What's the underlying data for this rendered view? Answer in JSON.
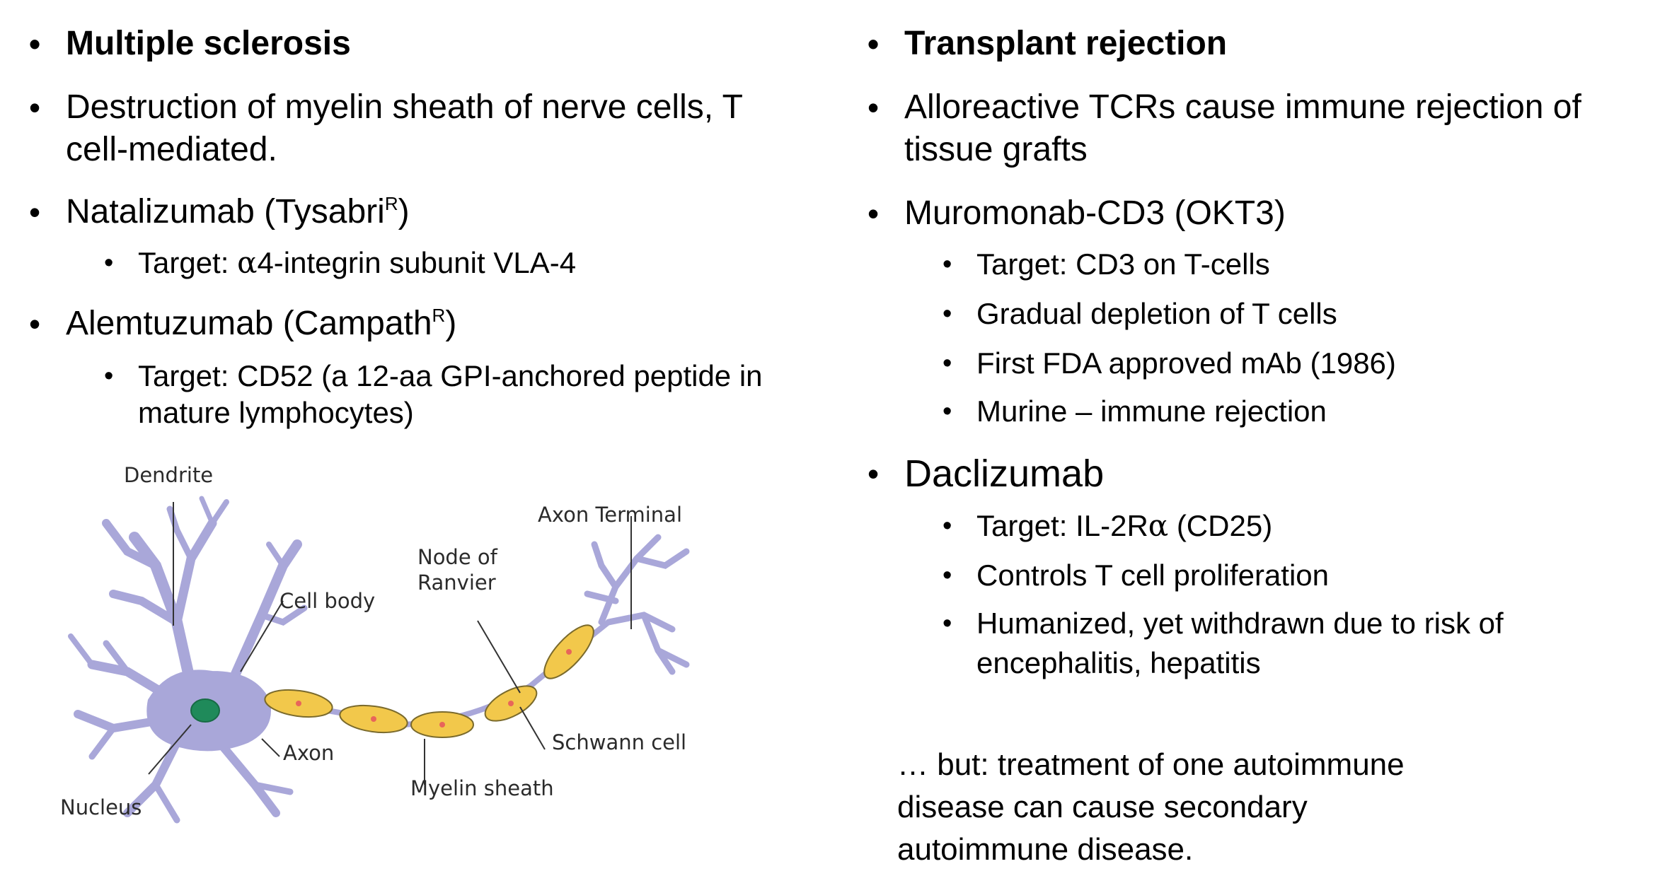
{
  "left": {
    "heading": "Multiple sclerosis",
    "description_line1": "Destruction of myelin sheath of nerve cells, T",
    "description_line2": "cell-mediated.",
    "drug1": {
      "name": "Natalizumab (Tysabri",
      "mark": "R",
      "close": ")",
      "target_prefix": "Target: ",
      "target_greek": "α",
      "target_rest": "4-integrin subunit VLA-4"
    },
    "drug2": {
      "name": "Alemtuzumab (Campath",
      "mark": "R",
      "close": ")",
      "target_line1": "Target: CD52 (a 12-aa GPI-anchored peptide in",
      "target_line2": "mature lymphocytes)"
    }
  },
  "diagram": {
    "labels": {
      "dendrite": "Dendrite",
      "cell_body": "Cell body",
      "node_line1": "Node of",
      "node_line2": "Ranvier",
      "axon_terminal": "Axon Terminal",
      "axon": "Axon",
      "schwann": "Schwann cell",
      "myelin": "Myelin sheath",
      "nucleus": "Nucleus"
    },
    "colors": {
      "neuron": "#a9a7d9",
      "myelin": "#f2c84b",
      "nucleus": "#1f8a5a",
      "node_dot": "#e8655a"
    }
  },
  "right": {
    "heading": "Transplant rejection",
    "description_line1": "Alloreactive TCRs cause immune rejection of",
    "description_line2": "tissue grafts",
    "drug1": {
      "name": "Muromonab-CD3 (OKT3)",
      "points": [
        "Target: CD3 on T-cells",
        "Gradual depletion of T cells",
        "First FDA approved mAb (1986)",
        "Murine – immune rejection"
      ]
    },
    "drug2": {
      "name": "Daclizumab",
      "target_prefix": "Target: IL-2R",
      "target_greek": "α",
      "target_rest": " (CD25)",
      "point2": "Controls T cell proliferation",
      "point3_line1": "Humanized, yet withdrawn due to risk of",
      "point3_line2": "encephalitis, hepatitis"
    },
    "note_line1": "… but: treatment of one autoimmune",
    "note_line2": "disease can cause secondary",
    "note_line3": "autoimmune disease."
  }
}
